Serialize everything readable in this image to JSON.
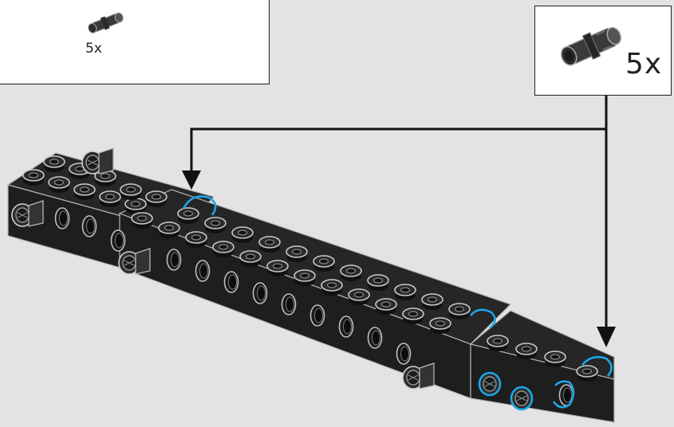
{
  "step": {
    "parts_list": {
      "items": [
        {
          "part": "technic-friction-pin",
          "icon": "friction-pin-icon",
          "quantity": "5x"
        }
      ]
    },
    "callout": {
      "part": "technic-friction-pin",
      "icon": "friction-pin-icon",
      "quantity": "5x"
    },
    "colors": {
      "brick": "#222222",
      "pin": "#3a3a3a",
      "highlight": "#1aa7e8",
      "arrow": "#111111",
      "background": "#e3e3e3"
    }
  }
}
